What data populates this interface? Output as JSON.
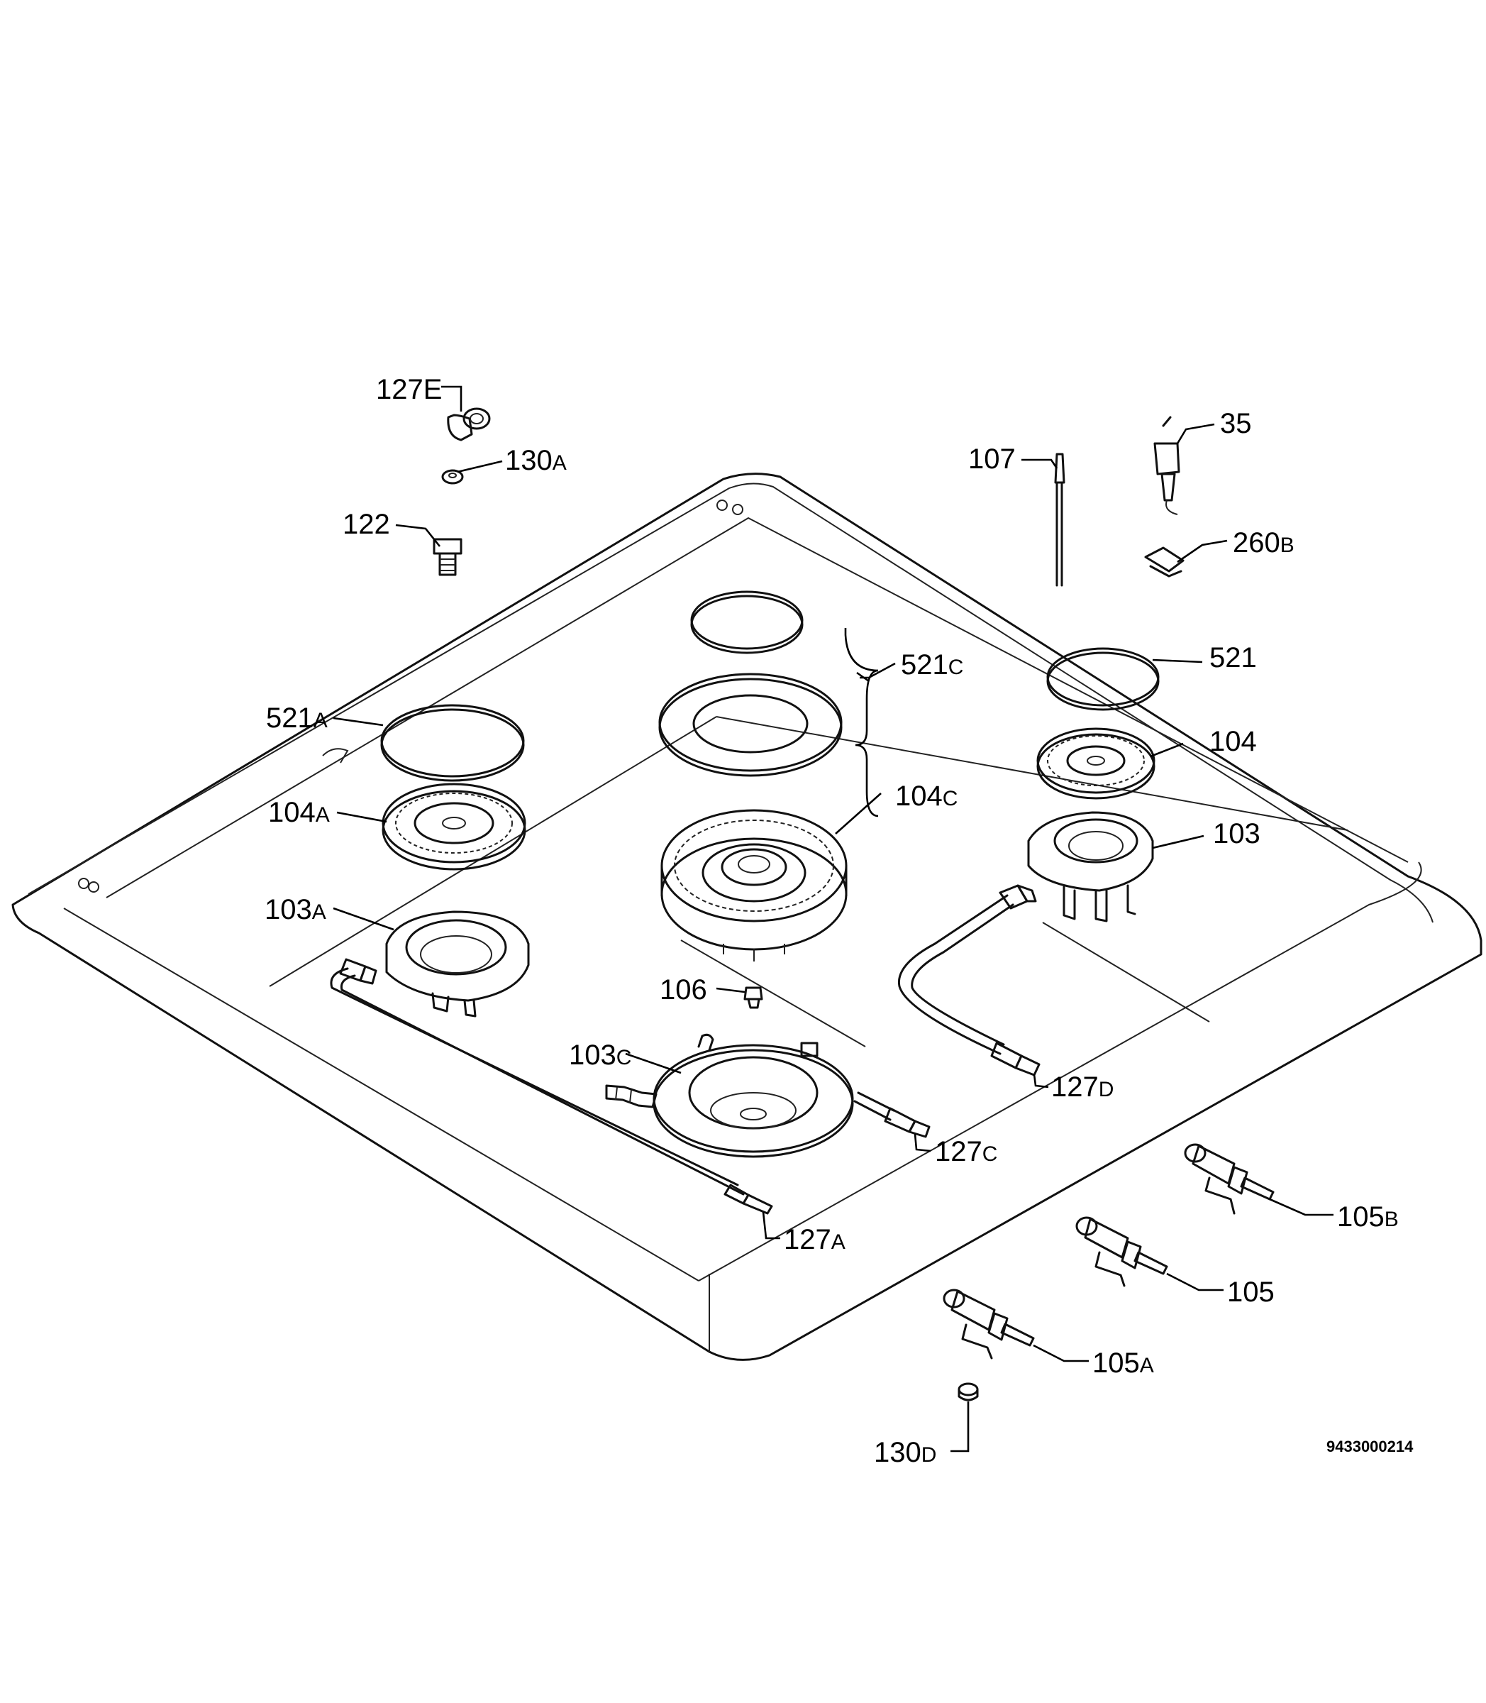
{
  "doc_code": "9433000214",
  "labels": [
    {
      "id": "127E",
      "num": "127",
      "sfx": "E"
    },
    {
      "id": "130A",
      "num": "130",
      "sfx": "A"
    },
    {
      "id": "122",
      "num": "122",
      "sfx": ""
    },
    {
      "id": "107",
      "num": "107",
      "sfx": ""
    },
    {
      "id": "35",
      "num": "35",
      "sfx": ""
    },
    {
      "id": "260B",
      "num": "260",
      "sfx": "B"
    },
    {
      "id": "521C",
      "num": "521",
      "sfx": "C"
    },
    {
      "id": "521",
      "num": "521",
      "sfx": ""
    },
    {
      "id": "521A",
      "num": "521",
      "sfx": "A"
    },
    {
      "id": "104",
      "num": "104",
      "sfx": ""
    },
    {
      "id": "104A",
      "num": "104",
      "sfx": "A"
    },
    {
      "id": "104C",
      "num": "104",
      "sfx": "C"
    },
    {
      "id": "103",
      "num": "103",
      "sfx": ""
    },
    {
      "id": "103A",
      "num": "103",
      "sfx": "A"
    },
    {
      "id": "106",
      "num": "106",
      "sfx": ""
    },
    {
      "id": "103C",
      "num": "103",
      "sfx": "C"
    },
    {
      "id": "127D",
      "num": "127",
      "sfx": "D"
    },
    {
      "id": "127C",
      "num": "127",
      "sfx": "C"
    },
    {
      "id": "127A",
      "num": "127",
      "sfx": "A"
    },
    {
      "id": "105B",
      "num": "105",
      "sfx": "B"
    },
    {
      "id": "105",
      "num": "105",
      "sfx": ""
    },
    {
      "id": "105A",
      "num": "105",
      "sfx": "A"
    },
    {
      "id": "130D",
      "num": "130",
      "sfx": "D"
    }
  ]
}
